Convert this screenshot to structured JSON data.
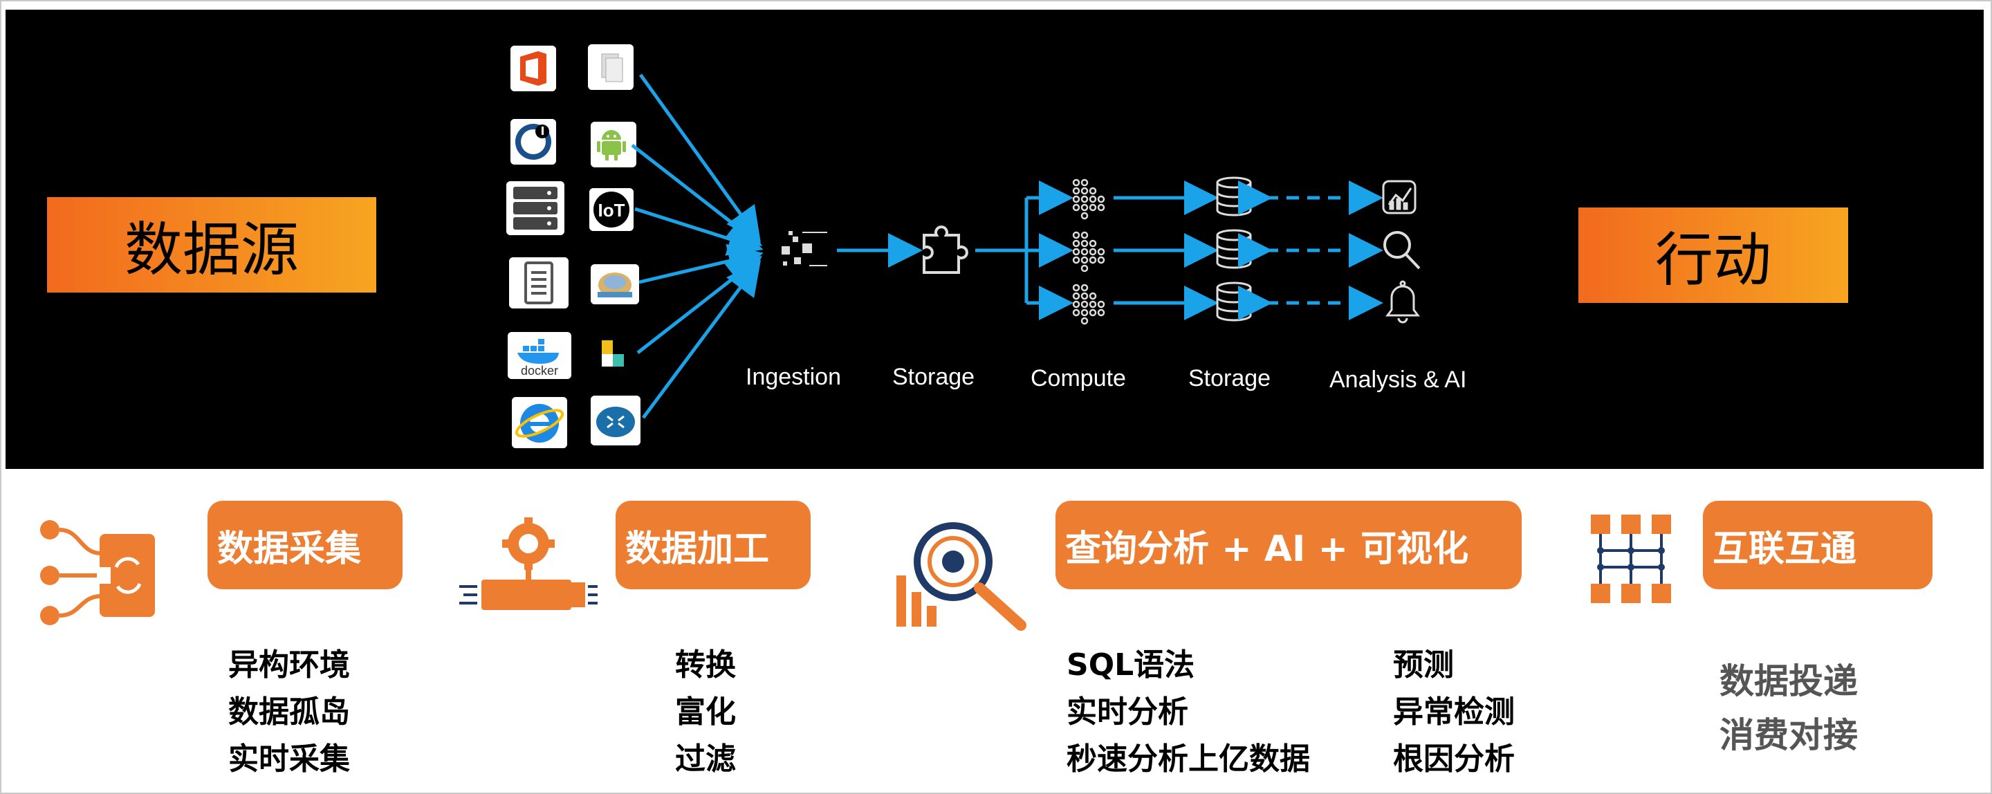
{
  "banner": {
    "source_label": "数据源",
    "action_label": "行动"
  },
  "pipeline": {
    "stages": [
      "Ingestion",
      "Storage",
      "Compute",
      "Storage",
      "Analysis & AI"
    ],
    "source_icons": [
      "office-icon",
      "document-icon",
      "speedometer-icon",
      "android-icon",
      "server-icon",
      "iot-icon",
      "file-server-icon",
      "database-tool-icon",
      "docker-icon",
      "elastic-icon",
      "ie-browser-icon",
      "router-icon"
    ],
    "docker_text": "docker",
    "iot_text": "IoT",
    "output_icons": [
      "dashboard-chart-icon",
      "search-icon",
      "alarm-bell-icon"
    ],
    "arrow_color": "#1aa3e8"
  },
  "capabilities": [
    {
      "title": "数据采集",
      "icon": "collector-icon",
      "items": [
        "异构环境",
        "数据孤岛",
        "实时采集"
      ]
    },
    {
      "title": "数据加工",
      "icon": "pipeline-gear-icon",
      "items": [
        "转换",
        "富化",
        "过滤"
      ]
    },
    {
      "title": "查询分析 + AI + 可视化",
      "icon": "magnifier-chart-icon",
      "items_left": [
        "SQL语法",
        "实时分析",
        "秒速分析上亿数据"
      ],
      "items_right": [
        "预测",
        "异常检测",
        "根因分析"
      ]
    },
    {
      "title": "互联互通",
      "icon": "network-grid-icon",
      "items": [
        "数据投递",
        "消费对接"
      ]
    }
  ],
  "colors": {
    "accent": "#ed7d31",
    "gradient_start": "#f26a1e",
    "gradient_end": "#f7a521",
    "panel": "#000000"
  }
}
